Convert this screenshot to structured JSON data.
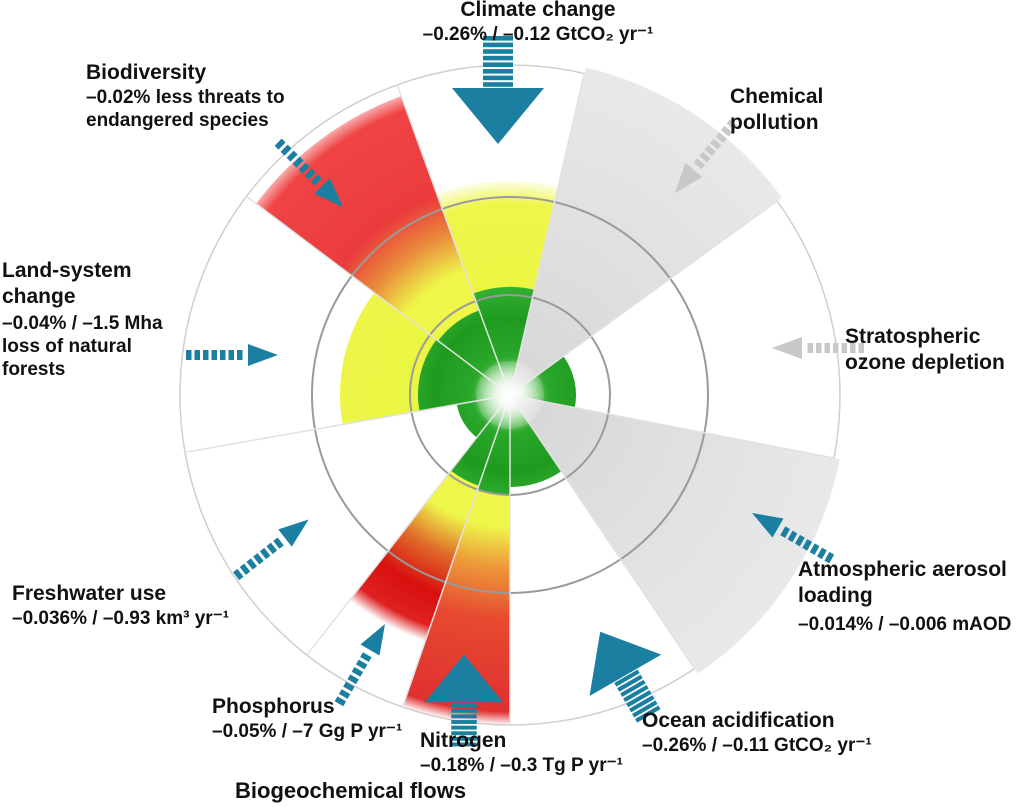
{
  "chart_data": {
    "type": "polar-area",
    "title": "",
    "subtitle": "",
    "group_labels": {
      "biogeochemical": "Biogeochemical flows"
    },
    "colors": {
      "safe": "#1a9a1a",
      "uncertain": "#f0f040",
      "high_risk": "#e03030",
      "not_quantified": "#dddddd",
      "arrow": "#1a7fa0",
      "arrow_grey": "#c8c8c8",
      "ring": "#999999"
    },
    "sectors": [
      {
        "key": "climate",
        "name": "Climate change",
        "value": "–0.26% / –0.12 GtCO₂ yr⁻¹",
        "status": "uncertain",
        "arrow": "down",
        "arrow_style": "solid"
      },
      {
        "key": "chemical",
        "name": "Chemical pollution",
        "value": "",
        "status": "not_quantified",
        "arrow": "in",
        "arrow_style": "grey-dashed"
      },
      {
        "key": "ozone",
        "name": "Stratospheric ozone depletion",
        "value": "",
        "status": "safe",
        "arrow": "in",
        "arrow_style": "grey-dashed"
      },
      {
        "key": "aerosol",
        "name": "Atmospheric aerosol loading",
        "value": "–0.014% / –0.006 mAOD",
        "status": "not_quantified",
        "arrow": "in",
        "arrow_style": "dashed"
      },
      {
        "key": "ocean",
        "name": "Ocean acidification",
        "value": "–0.26% / –0.11 GtCO₂ yr⁻¹",
        "status": "safe",
        "arrow": "out",
        "arrow_style": "solid"
      },
      {
        "key": "nitrogen",
        "name": "Nitrogen",
        "value": "–0.18% / –0.3 Tg P yr⁻¹",
        "status": "high_risk",
        "arrow": "out",
        "arrow_style": "solid"
      },
      {
        "key": "phosphorus",
        "name": "Phosphorus",
        "value": "–0.05% / –7 Gg P yr⁻¹",
        "status": "high_risk",
        "arrow": "out",
        "arrow_style": "dashed"
      },
      {
        "key": "freshwater",
        "name": "Freshwater use",
        "value": "–0.036% / –0.93 km³ yr⁻¹",
        "status": "safe",
        "arrow": "out",
        "arrow_style": "dashed"
      },
      {
        "key": "land",
        "name": "Land-system change",
        "value": "–0.04% / –1.5 Mha loss of natural forests",
        "status": "uncertain",
        "arrow": "in",
        "arrow_style": "dashed"
      },
      {
        "key": "biodiversity",
        "name": "Biodiversity",
        "value": "–0.02% less threats to endangered species",
        "status": "high_risk",
        "arrow": "in",
        "arrow_style": "dashed"
      }
    ]
  },
  "labels": {
    "climate": {
      "title": "Climate change",
      "value": "–0.26% / –0.12 GtCO₂ yr⁻¹"
    },
    "chemical": {
      "line1": "Chemical",
      "line2": "pollution"
    },
    "ozone": {
      "line1": "Stratospheric",
      "line2": "ozone depletion"
    },
    "aerosol": {
      "line1": "Atmospheric aerosol",
      "line2": "loading",
      "value": "–0.014% / –0.006 mAOD"
    },
    "ocean": {
      "title": "Ocean acidification",
      "value": "–0.26% / –0.11 GtCO₂ yr⁻¹"
    },
    "nitrogen": {
      "title": "Nitrogen",
      "value": "–0.18% / –0.3 Tg P yr⁻¹"
    },
    "phosphorus": {
      "title": "Phosphorus",
      "value": "–0.05% / –7 Gg P yr⁻¹"
    },
    "freshwater": {
      "title": "Freshwater use",
      "value": "–0.036% / –0.93 km³ yr⁻¹"
    },
    "land": {
      "line1": "Land-system",
      "line2": "change",
      "v1": "–0.04% / –1.5 Mha",
      "v2": "loss of natural",
      "v3": "forests"
    },
    "biodiversity": {
      "title": "Biodiversity",
      "v1": "–0.02% less threats to",
      "v2": "endangered species"
    },
    "group": "Biogeochemical flows"
  }
}
